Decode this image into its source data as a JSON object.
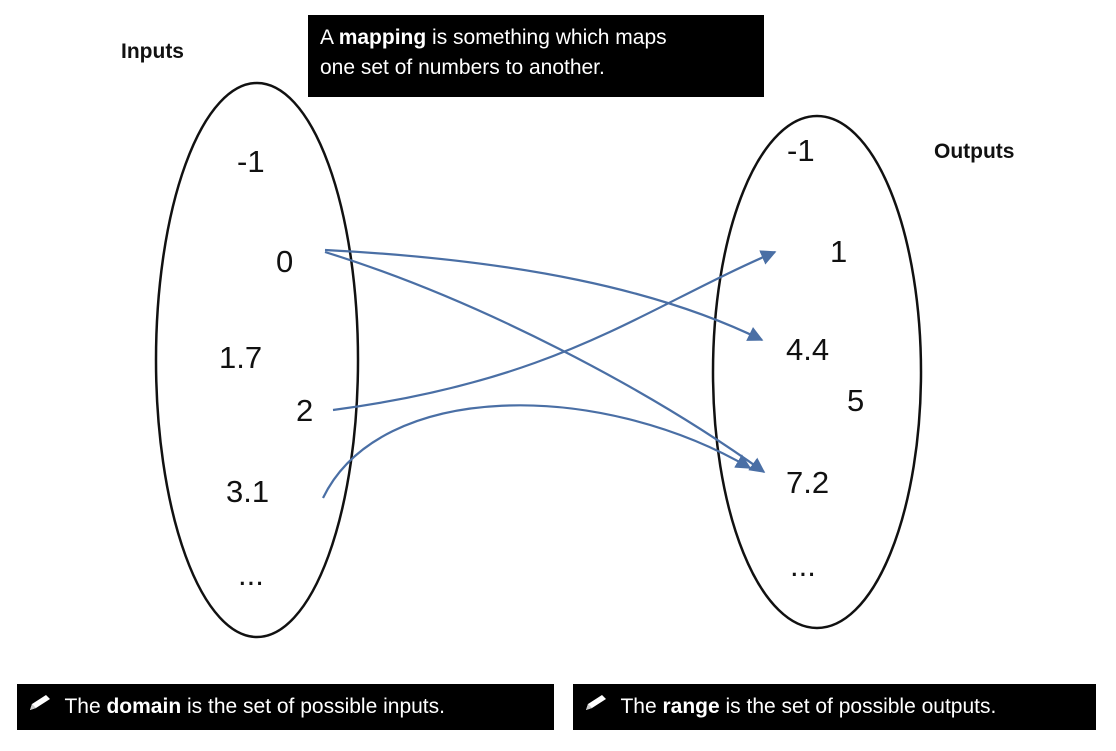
{
  "headings": {
    "inputs": "Inputs",
    "outputs": "Outputs"
  },
  "top_note": {
    "line1_before": "A ",
    "line1_bold": "mapping",
    "line1_after": " is something which maps",
    "line2": "one set of numbers to another."
  },
  "domain_note": {
    "before": " The ",
    "bold": "domain",
    "after": " is the set of possible inputs."
  },
  "range_note": {
    "before": " The ",
    "bold": "range",
    "after": " is the set of possible outputs."
  },
  "inputs": [
    "-1",
    "0",
    "1.7",
    "2",
    "3.1",
    "..."
  ],
  "outputs": [
    "-1",
    "1",
    "4.4",
    "5",
    "7.2",
    "..."
  ],
  "mappings": [
    {
      "from": "0",
      "to": "4.4"
    },
    {
      "from": "0",
      "to": "7.2"
    },
    {
      "from": "2",
      "to": "1"
    },
    {
      "from": "3.1",
      "to": "7.2"
    }
  ],
  "colors": {
    "arrow": "#4a6fa5",
    "note_background": "#000000",
    "note_text": "#ffffff",
    "ellipse_stroke": "#111111"
  },
  "icons": {
    "note_icon": "pencil-icon"
  }
}
